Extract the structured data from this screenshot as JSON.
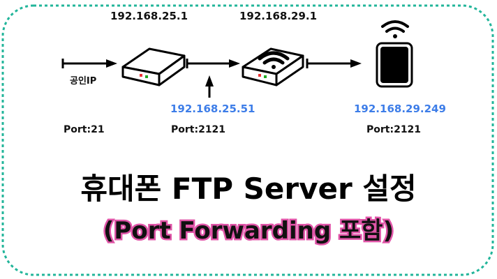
{
  "diagram": {
    "nodes": {
      "router1": {
        "label": "192.168.25.1",
        "name": "router"
      },
      "router2": {
        "label": "192.168.29.1",
        "name": "wifi-router"
      },
      "phone": {
        "name": "smartphone"
      }
    },
    "labels": {
      "public_ip": "공인IP",
      "router1_internal_ip": "192.168.25.51",
      "phone_ip": "192.168.29.249",
      "port_public": "Port:21",
      "port_router": "Port:2121",
      "port_phone": "Port:2121"
    },
    "edges": [
      {
        "from": "internet",
        "to": "router1"
      },
      {
        "from": "router1",
        "to": "router2"
      },
      {
        "from": "router1_internal_ip",
        "to": "router1-router2-link"
      },
      {
        "from": "router2",
        "to": "phone"
      }
    ],
    "title": "휴대폰 FTP Server 설정",
    "subtitle": "(Port Forwarding 포함)",
    "colors": {
      "frame": "#22b59a",
      "ip_blue": "#3d7de8",
      "subtitle_outline": "#e055a8"
    }
  }
}
